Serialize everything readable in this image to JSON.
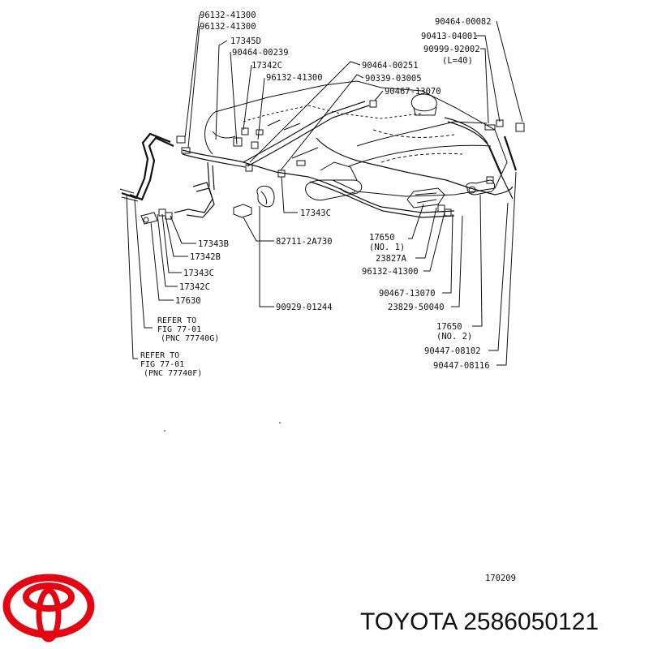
{
  "diagram_number": "170209",
  "brand_caption": "TOYOTA 2586050121",
  "colors": {
    "logo": "#e30613",
    "ink": "#111111"
  },
  "labels": [
    {
      "id": "l01",
      "text": "96132-41300"
    },
    {
      "id": "l02",
      "text": "96132-41300"
    },
    {
      "id": "l03",
      "text": "17345D"
    },
    {
      "id": "l04",
      "text": "90464-00239"
    },
    {
      "id": "l05",
      "text": "17342C"
    },
    {
      "id": "l06",
      "text": "96132-41300"
    },
    {
      "id": "l07",
      "text": "90464-00251"
    },
    {
      "id": "l08",
      "text": "90339-03005"
    },
    {
      "id": "l09",
      "text": "90467-13070"
    },
    {
      "id": "l10",
      "text": "90464-00082"
    },
    {
      "id": "l11",
      "text": "90413-04001"
    },
    {
      "id": "l12",
      "text": "90999-92002"
    },
    {
      "id": "l13",
      "text": "(L=40)"
    },
    {
      "id": "l14",
      "text": "17343C"
    },
    {
      "id": "l15",
      "text": "17343B"
    },
    {
      "id": "l16",
      "text": "17342B"
    },
    {
      "id": "l17",
      "text": "17343C"
    },
    {
      "id": "l18",
      "text": "17342C"
    },
    {
      "id": "l19",
      "text": "17630"
    },
    {
      "id": "l20",
      "text": "82711-2A730"
    },
    {
      "id": "l21",
      "text": "90929-01244"
    },
    {
      "id": "l22",
      "text": "17650"
    },
    {
      "id": "l23",
      "text": "(NO. 1)"
    },
    {
      "id": "l24",
      "text": "23827A"
    },
    {
      "id": "l25",
      "text": "96132-41300"
    },
    {
      "id": "l26",
      "text": "90467-13070"
    },
    {
      "id": "l27",
      "text": "23829-50040"
    },
    {
      "id": "l28",
      "text": "17650"
    },
    {
      "id": "l29",
      "text": "(NO. 2)"
    },
    {
      "id": "l30",
      "text": "90447-08102"
    },
    {
      "id": "l31",
      "text": "90447-08116"
    }
  ],
  "refer_1": [
    "REFER TO",
    "FIG 77-01",
    "(PNC 77740G)"
  ],
  "refer_2": [
    "REFER TO",
    "FIG 77-01",
    "(PNC 77740F)"
  ]
}
